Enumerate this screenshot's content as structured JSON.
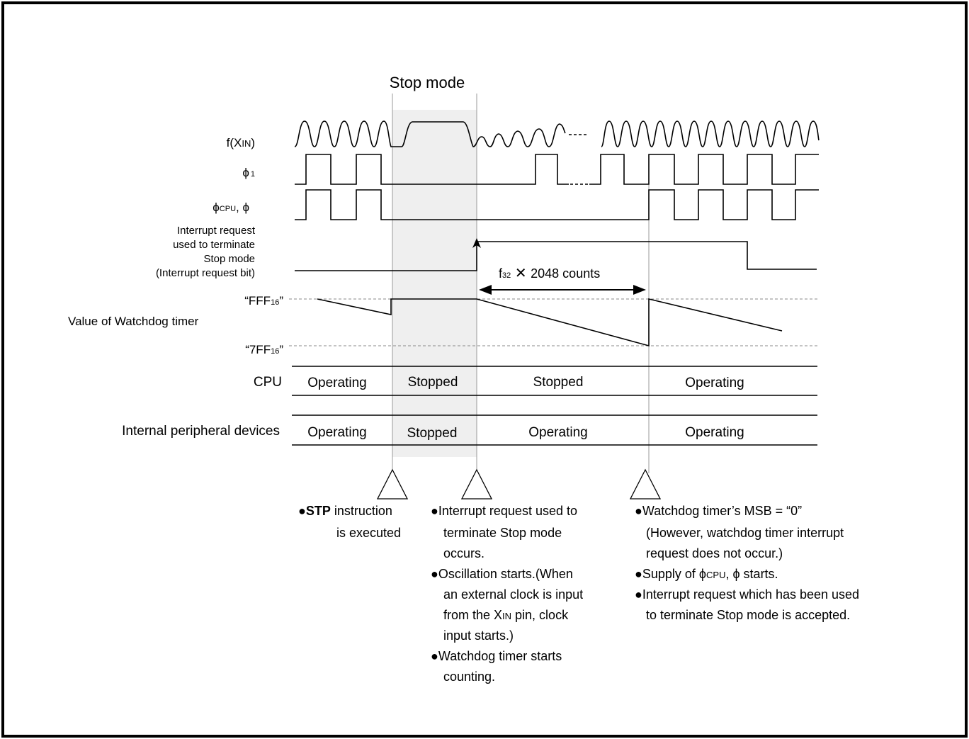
{
  "title": "Stop mode",
  "signals": {
    "xin": {
      "prefix": "f(X",
      "sub": "IN",
      "suffix": ")"
    },
    "phi1": {
      "symbol": "ϕ",
      "sub": "1"
    },
    "phicpu": {
      "symbol": "ϕ",
      "sub": "CPU",
      "suffix": ", ϕ"
    },
    "interrupt": [
      "Interrupt request",
      "used to terminate",
      "Stop mode",
      "(Interrupt request bit)"
    ],
    "count": {
      "pre": "f",
      "sub": "32",
      "times": " ✕ ",
      "post": "2048 counts"
    },
    "wdt_high": {
      "open": "“FFF",
      "sub": "16",
      "close": "”"
    },
    "wdt_low": {
      "open": "“7FF",
      "sub": "16",
      "close": "”"
    },
    "wdt_label": "Value of Watchdog timer"
  },
  "states": {
    "cpu": {
      "label": "CPU",
      "cells": [
        "Operating",
        "Stopped",
        "Stopped",
        "Operating"
      ]
    },
    "periph": {
      "label": "Internal peripheral devices",
      "cells": [
        "Operating",
        "Stopped",
        "Operating",
        "Operating"
      ]
    }
  },
  "events": {
    "stp": {
      "bold": "STP",
      "line1": " instruction",
      "line2": "is executed"
    },
    "intr": {
      "lines": [
        "●Interrupt request used to",
        "terminate Stop mode",
        "occurs.",
        "●Oscillation starts.(When",
        "an external clock is input"
      ],
      "from_pre": "from the X",
      "from_sub": "IN",
      "from_post": " pin, clock",
      "lines2": [
        "input starts.)",
        "●Watchdog timer starts",
        "counting."
      ]
    },
    "wdt": {
      "lines": [
        "●Watchdog timer’s MSB = “0”",
        "(However, watchdog timer interrupt",
        "request does not occur.)"
      ],
      "supply_pre": "●Supply of ϕ",
      "supply_sub": "CPU",
      "supply_post": ", ϕ starts.",
      "lines2": [
        "●Interrupt request which has been used",
        "to terminate Stop mode is accepted."
      ]
    }
  }
}
